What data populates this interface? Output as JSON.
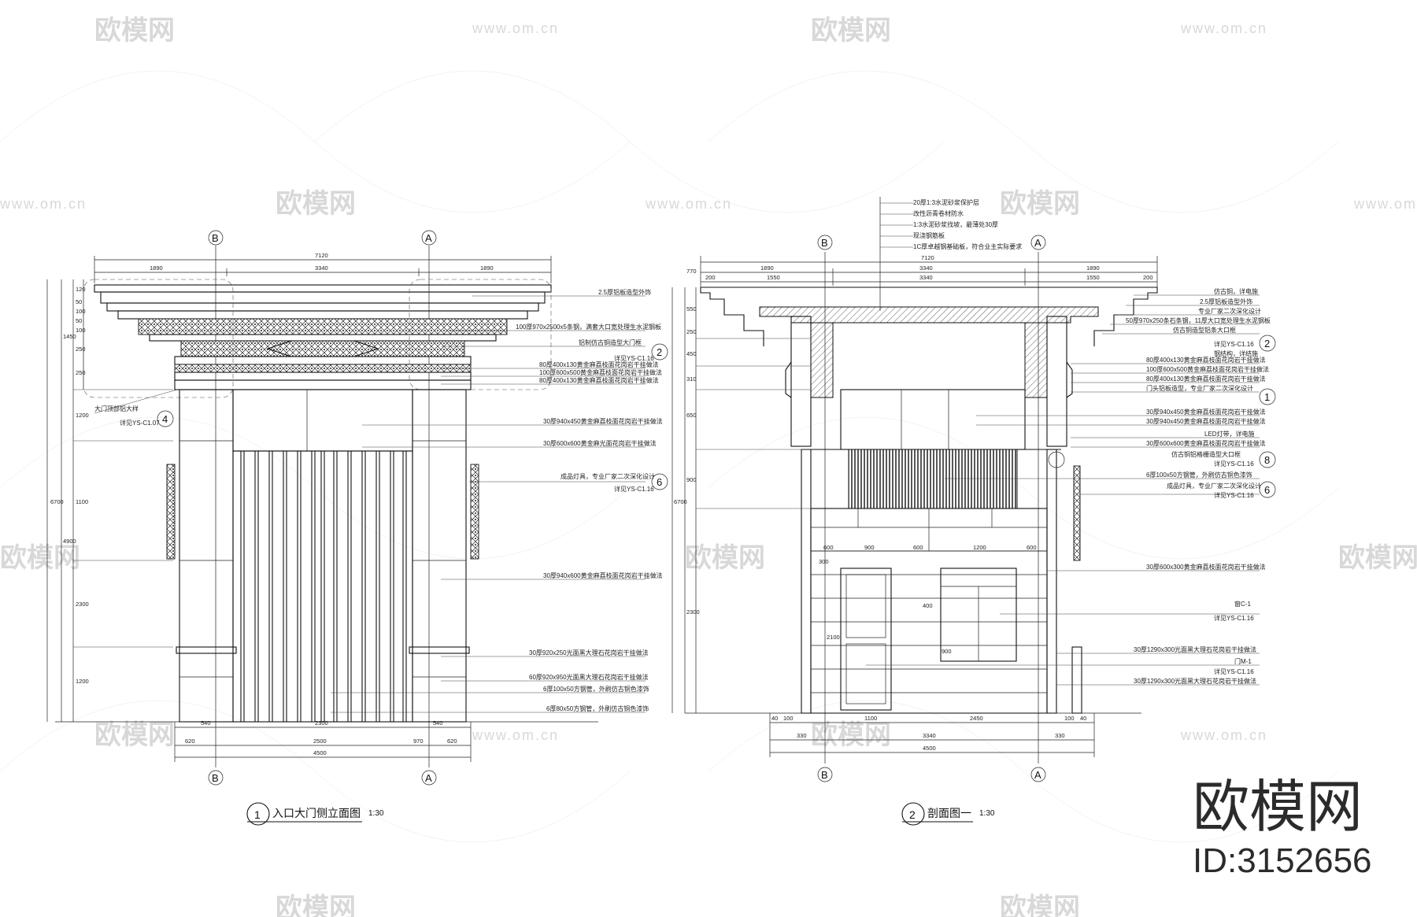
{
  "watermark": {
    "text": "欧模网",
    "url": "www.om.cn"
  },
  "brand": {
    "name": "欧模网",
    "id": "ID:3152656"
  },
  "drawing_1": {
    "number": "1",
    "title": "入口大门侧立面图",
    "scale": "1:30",
    "axis_left": "B",
    "axis_right": "A",
    "dims_top": [
      "7120",
      "1890",
      "3340",
      "1890"
    ],
    "dims_bottom": [
      "540",
      "2300",
      "540",
      "2500",
      "620",
      "970",
      "620",
      "4500"
    ],
    "dims_left": [
      "120",
      "50",
      "100",
      "50",
      "100",
      "250",
      "250",
      "1450",
      "1200",
      "4900",
      "1100",
      "2300",
      "1200",
      "6700"
    ],
    "callouts": [
      {
        "num": "2",
        "ref": "详见YS-C1.16"
      },
      {
        "num": "4",
        "ref": "详见YS-C1.07"
      },
      {
        "num": "6",
        "ref": "详见YS-C1.16"
      }
    ],
    "notes": [
      "2.5厚铝板造型外饰",
      "100厚970x2500x5条钢，满套大口宽处理生水泥钢板",
      "铝制仿古铜造型大门框",
      "80厚400x130黄金麻荔枝面花岗岩干挂做法",
      "100厚600x500黄金麻荔枝面花岗岩干挂做法",
      "80厚400x130黄金麻荔枝面花岗岩干挂做法",
      "大门顶部铝大样",
      "30厚940x450黄金麻荔枝面花岗岩干挂做法",
      "30厚600x600黄金麻光面花岗岩干挂做法",
      "成品灯具，专业厂家二次深化设计",
      "30厚940x600黄金麻荔枝面花岗岩干挂做法",
      "30厚920x250光面黑大理石花岗岩干挂做法",
      "60厚920x950光面黑大理石花岗岩干挂做法",
      "6厚100x50方钢管，外刷仿古铜色漆饰",
      "6厚80x50方钢管，外刷仿古铜色漆饰"
    ]
  },
  "drawing_2": {
    "number": "2",
    "title": "剖面图一",
    "scale": "1:30",
    "axis_left": "B",
    "axis_right": "A",
    "dims_top": [
      "7120",
      "1890",
      "3340",
      "1890",
      "200",
      "1550",
      "3340",
      "1550",
      "200",
      "770"
    ],
    "dims_bottom": [
      "40",
      "100",
      "1100",
      "2450",
      "100",
      "40",
      "330",
      "3340",
      "330",
      "4500"
    ],
    "dims_left": [
      "550",
      "250",
      "450",
      "310",
      "650",
      "900",
      "2300",
      "6700"
    ],
    "dims_inner": [
      "600",
      "900",
      "600",
      "1200",
      "600",
      "300",
      "400",
      "2100",
      "900"
    ],
    "callouts": [
      {
        "num": "2",
        "ref": "详见YS-C1.16"
      },
      {
        "num": "1",
        "ref": ""
      },
      {
        "num": "8",
        "ref": ""
      },
      {
        "num": "6",
        "ref": "详见YS-C1.16"
      }
    ],
    "roof_notes": [
      "20厚1:3水泥砂浆保护层",
      "改性沥青卷材防水",
      "1:3水泥砂浆找坡，最薄处30厚",
      "现浇钢筋板",
      "1C厚卓越钢基础板，符合业主实际要求"
    ],
    "notes": [
      "仿古铜，详电施",
      "2.5厚铝板造型外饰",
      "专业厂家二次深化设计",
      "50厚970x250条石条钢，11厚大口宽处理生水泥钢板",
      "仿古铜造型铝条大口框",
      "详见YS-C1.16",
      "钢结构，详结施",
      "80厚400x130黄金麻荔枝面花岗岩干挂做法",
      "100厚600x500黄金麻荔枝面花岗岩干挂做法",
      "80厚400x130黄金麻荔枝面花岗岩干挂做法",
      "门头铝板造型，专业厂家二次深化设计",
      "30厚940x450黄金麻荔枝面花岗岩干挂做法",
      "30厚940x450黄金麻荔枝面花岗岩干挂做法",
      "LED灯带，详电施",
      "30厚600x600黄金麻荔枝面花岗岩干挂做法",
      "仿古铜铝格栅造型大口框",
      "详见YS-C1.16",
      "6厚100x50方钢管，外刷仿古铜色漆饰",
      "成品灯具，专业厂家二次深化设计",
      "详见YS-C1.16",
      "30厚600x300黄金麻荔枝面花岗岩干挂做法",
      "窗C-1",
      "详见YS-C1.16",
      "30厚1290x300光面黑大理石花岗岩干挂做法",
      "门M-1",
      "详见YS-C1.16",
      "30厚1290x300光面黑大理石花岗岩干挂做法"
    ]
  }
}
